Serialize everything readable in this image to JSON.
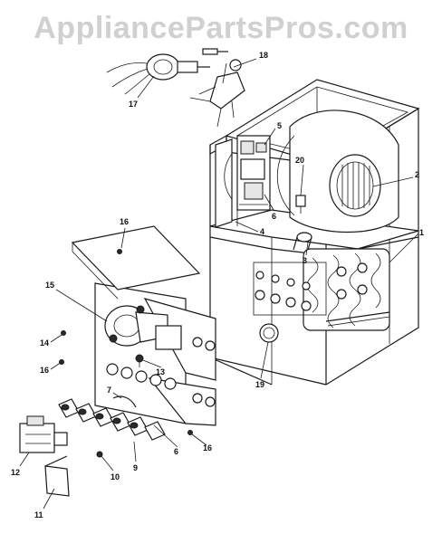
{
  "watermark": "AppliancePartsPros.com",
  "callouts": {
    "c1": "1",
    "c2": "2",
    "c3": "3",
    "c4": "4",
    "c5": "5",
    "c6a": "6",
    "c6b": "6",
    "c7": "7",
    "c9": "9",
    "c10": "10",
    "c11": "11",
    "c12": "12",
    "c13": "13",
    "c14": "14",
    "c15": "15",
    "c16a": "16",
    "c16b": "16",
    "c16c": "16",
    "c17": "17",
    "c18": "18",
    "c19": "19",
    "c20": "20"
  }
}
